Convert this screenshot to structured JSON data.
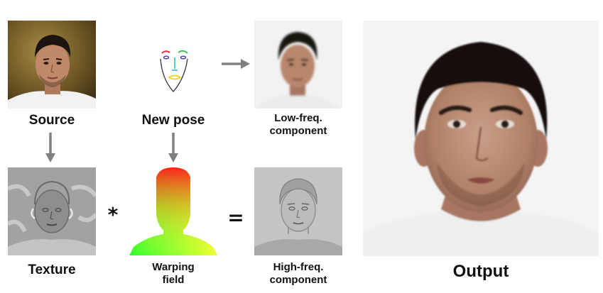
{
  "labels": {
    "source": "Source",
    "new_pose": "New pose",
    "low_freq_line1": "Low-freq.",
    "low_freq_line2": "component",
    "texture": "Texture",
    "warping_line1": "Warping",
    "warping_line2": "field",
    "high_freq_line1": "High-freq.",
    "high_freq_line2": "component",
    "output": "Output"
  },
  "operators": {
    "multiply": "*",
    "equals": "="
  },
  "colors": {
    "arrow": "#808080",
    "eyebrow_left": "#e0303a",
    "eyebrow_right": "#3cc060",
    "eye": "#5a3cb0",
    "nose": "#28b4c8",
    "mouth": "#f0d020",
    "jaw": "#333333"
  },
  "icons": {
    "source_panel": "face-photo-color",
    "new_pose_panel": "facial-landmarks-sketch",
    "low_freq_panel": "face-photo-blurred",
    "texture_panel": "face-texture-gray",
    "warping_panel": "warping-field-gradient",
    "high_freq_panel": "face-edges-gray",
    "output_panel": "face-photo-large"
  }
}
